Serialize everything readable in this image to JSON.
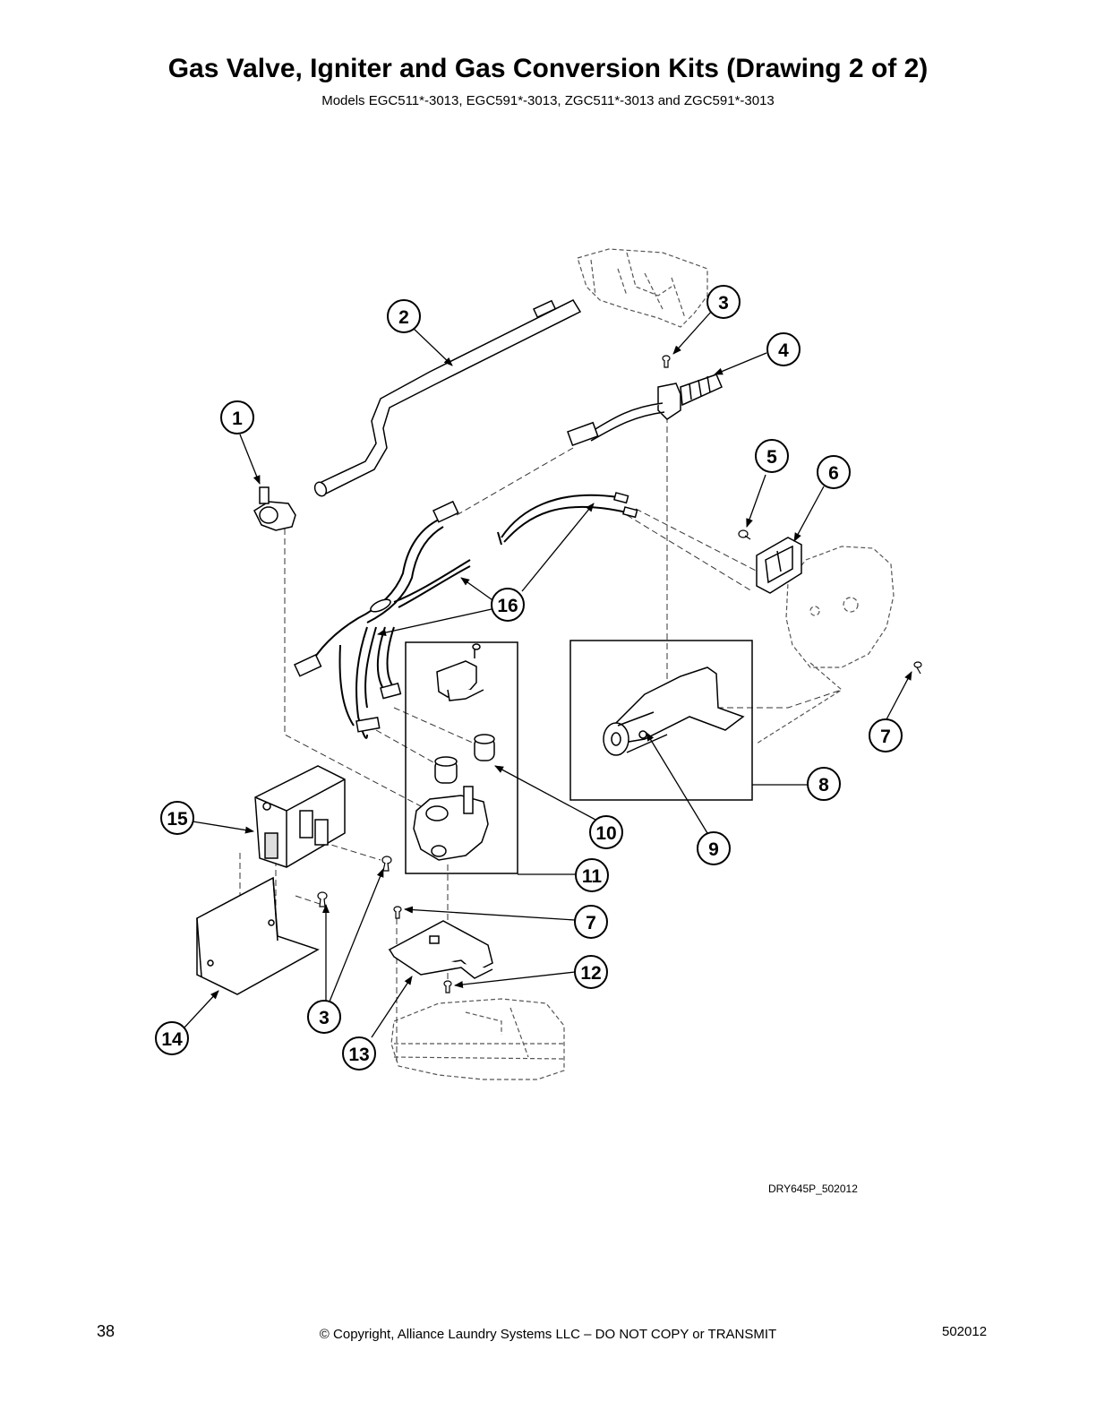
{
  "page": {
    "title": "Gas Valve, Igniter and Gas Conversion Kits (Drawing 2 of 2)",
    "subtitle": "Models EGC511*-3013, EGC591*-3013, ZGC511*-3013 and ZGC591*-3013",
    "drawing_code": "DRY645P_502012",
    "page_number": "38",
    "copyright": "© Copyright, Alliance Laundry Systems LLC – DO NOT COPY or TRANSMIT",
    "document_number": "502012"
  },
  "callouts": [
    {
      "id": "c1",
      "label": "1"
    },
    {
      "id": "c2",
      "label": "2"
    },
    {
      "id": "c3a",
      "label": "3"
    },
    {
      "id": "c4",
      "label": "4"
    },
    {
      "id": "c5",
      "label": "5"
    },
    {
      "id": "c6",
      "label": "6"
    },
    {
      "id": "c7a",
      "label": "7"
    },
    {
      "id": "c8",
      "label": "8"
    },
    {
      "id": "c9",
      "label": "9"
    },
    {
      "id": "c10",
      "label": "10"
    },
    {
      "id": "c11",
      "label": "11"
    },
    {
      "id": "c7b",
      "label": "7"
    },
    {
      "id": "c12",
      "label": "12"
    },
    {
      "id": "c13",
      "label": "13"
    },
    {
      "id": "c14",
      "label": "14"
    },
    {
      "id": "c3b",
      "label": "3"
    },
    {
      "id": "c15",
      "label": "15"
    },
    {
      "id": "c16",
      "label": "16"
    }
  ]
}
